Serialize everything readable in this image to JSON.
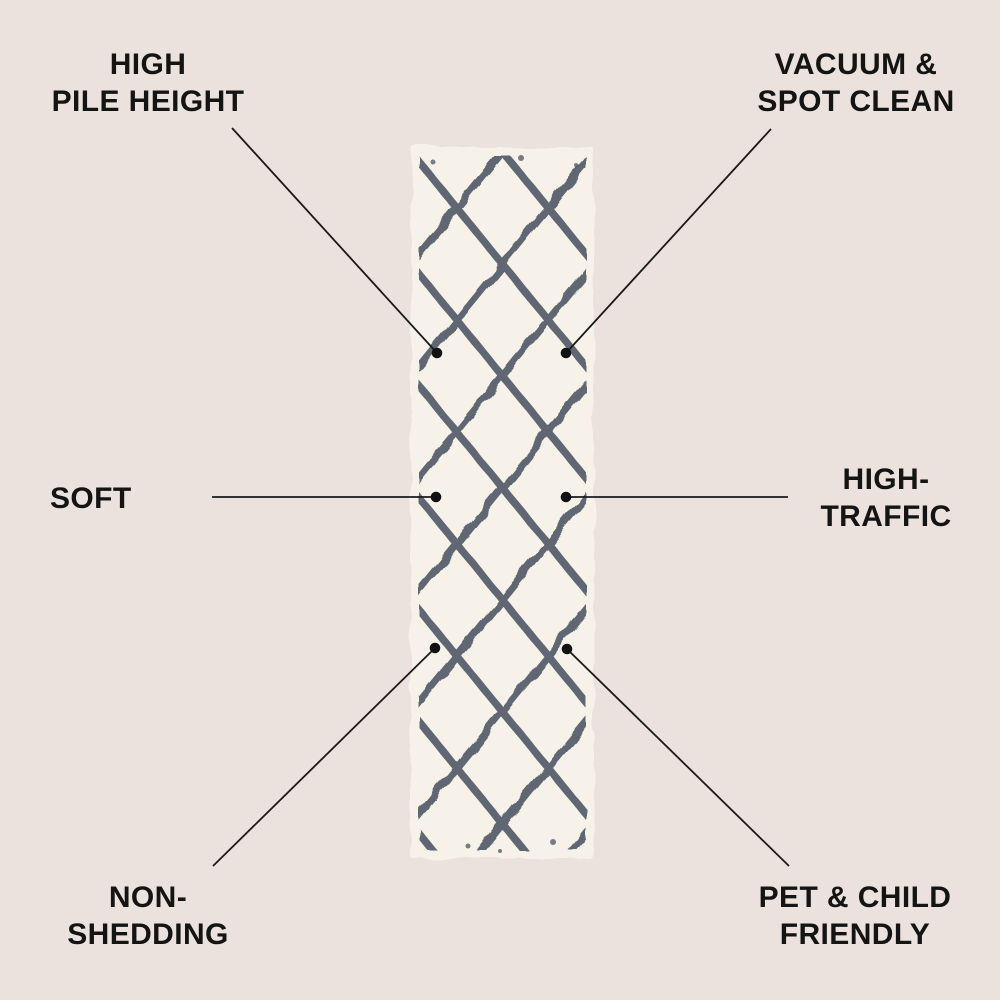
{
  "page": {
    "background_color": "#ECE2DD",
    "text_color": "#141414"
  },
  "rug": {
    "description": "cream shag runner rug with dark gray diamond trellis pattern",
    "base_color": "#F6F2E9",
    "pattern_color": "#4C5463"
  },
  "connectors": {
    "line_color": "#1A1A1A",
    "dot_color": "#111111"
  },
  "callouts": {
    "top_left": {
      "label": "HIGH\nPILE HEIGHT"
    },
    "top_right": {
      "label": "VACUUM &\nSPOT CLEAN"
    },
    "mid_left": {
      "label": "SOFT"
    },
    "mid_right": {
      "label": "HIGH-\nTRAFFIC"
    },
    "bottom_left": {
      "label": "NON-\nSHEDDING"
    },
    "bottom_right": {
      "label": "PET & CHILD\nFRIENDLY"
    }
  }
}
